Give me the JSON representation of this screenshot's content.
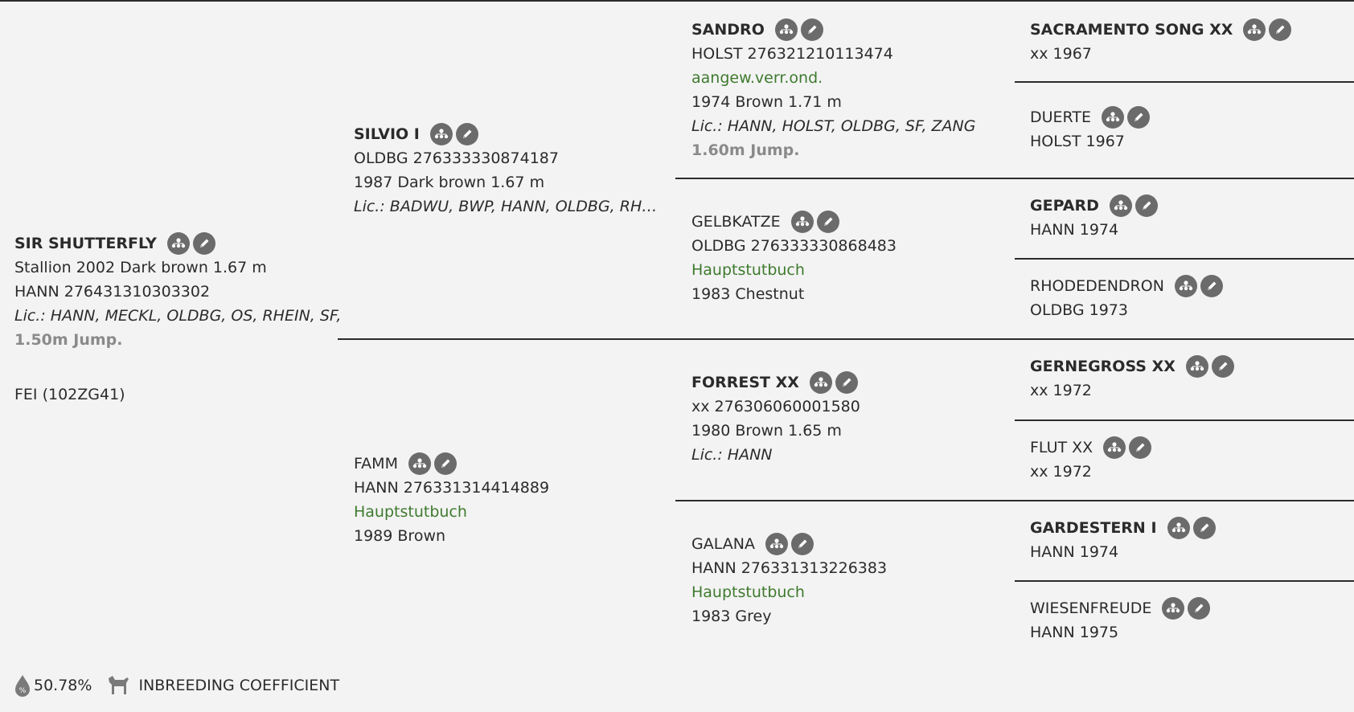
{
  "subject": {
    "name": "SIR SHUTTERFLY",
    "line1": "Stallion 2002 Dark brown 1.67 m",
    "line2": "HANN 276431310303302",
    "lic": "Lic.: HANN, MECKL, OLDBG, OS, RHEIN, SF,",
    "perf": "1.50m Jump.",
    "fei": "FEI (102ZG41)"
  },
  "sire": {
    "name": "SILVIO I",
    "reg": "OLDBG 276333330874187",
    "info": "1987 Dark brown 1.67 m",
    "lic": "Lic.: BADWU, BWP, HANN, OLDBG, RHEI…"
  },
  "dam": {
    "name": "FAMM",
    "reg": "HANN 276331314414889",
    "status": "Hauptstutbuch",
    "info": "1989 Brown"
  },
  "ss": {
    "name": "SANDRO",
    "reg": "HOLST 276321210113474",
    "status": "aangew.verr.ond.",
    "info": "1974 Brown 1.71 m",
    "lic": "Lic.: HANN, HOLST, OLDBG, SF, ZANG",
    "perf": "1.60m Jump."
  },
  "sd": {
    "name": "GELBKATZE",
    "reg": "OLDBG 276333330868483",
    "status": "Hauptstutbuch",
    "info": "1983 Chestnut"
  },
  "ds": {
    "name": "FORREST XX",
    "reg": "xx 276306060001580",
    "info": "1980 Brown 1.65 m",
    "lic": "Lic.: HANN"
  },
  "dd": {
    "name": "GALANA",
    "reg": "HANN 276331313226383",
    "status": "Hauptstutbuch",
    "info": "1983 Grey"
  },
  "sss": {
    "name": "SACRAMENTO SONG XX",
    "info": "xx 1967"
  },
  "ssd": {
    "name": "DUERTE",
    "info": "HOLST 1967"
  },
  "sds": {
    "name": "GEPARD",
    "info": "HANN 1974"
  },
  "sdd": {
    "name": "RHODEDENDRON",
    "info": "OLDBG 1973"
  },
  "dss": {
    "name": "GERNEGROSS XX",
    "info": "xx 1972"
  },
  "dsd": {
    "name": "FLUT XX",
    "info": "xx 1972"
  },
  "dds": {
    "name": "GARDESTERN I",
    "info": "HANN 1974"
  },
  "ddd": {
    "name": "WIESENFREUDE",
    "info": "HANN 1975"
  },
  "footer": {
    "percent": "50.78%",
    "label": "INBREEDING COEFFICIENT"
  },
  "icons": {
    "pedigree": "pedigree-icon",
    "edit": "edit-icon",
    "blood": "blood-percent-icon",
    "horse": "horse-icon"
  },
  "colors": {
    "background": "#f3f3f3",
    "status_green": "#3e7a2e",
    "icon_grey": "#6b6b6b",
    "performance_grey": "#8a8a8a"
  }
}
